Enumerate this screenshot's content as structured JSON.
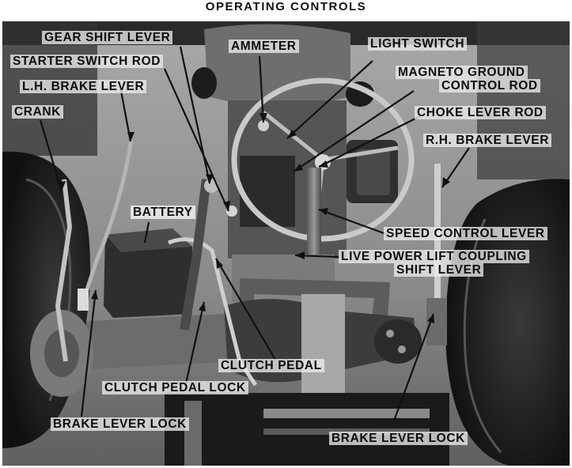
{
  "title": "OPERATING CONTROLS",
  "callouts": [
    {
      "id": "gear-shift-lever",
      "text": "GEAR SHIFT LEVER"
    },
    {
      "id": "starter-switch-rod",
      "text": "STARTER SWITCH ROD"
    },
    {
      "id": "lh-brake-lever",
      "text": "L.H. BRAKE LEVER"
    },
    {
      "id": "crank",
      "text": "CRANK"
    },
    {
      "id": "ammeter",
      "text": "AMMETER"
    },
    {
      "id": "light-switch",
      "text": "LIGHT SWITCH"
    },
    {
      "id": "magneto-ground-control-rod-1",
      "text": "MAGNETO GROUND"
    },
    {
      "id": "magneto-ground-control-rod-2",
      "text": "CONTROL ROD"
    },
    {
      "id": "choke-lever-rod",
      "text": "CHOKE LEVER ROD"
    },
    {
      "id": "rh-brake-lever",
      "text": "R.H. BRAKE LEVER"
    },
    {
      "id": "battery",
      "text": "BATTERY"
    },
    {
      "id": "speed-control-lever",
      "text": "SPEED CONTROL LEVER"
    },
    {
      "id": "live-power-lift-1",
      "text": "LIVE POWER LIFT COUPLING"
    },
    {
      "id": "live-power-lift-2",
      "text": "SHIFT LEVER"
    },
    {
      "id": "clutch-pedal",
      "text": "CLUTCH PEDAL"
    },
    {
      "id": "clutch-pedal-lock",
      "text": "CLUTCH PEDAL LOCK"
    },
    {
      "id": "brake-lever-lock-left",
      "text": "BRAKE LEVER LOCK"
    },
    {
      "id": "brake-lever-lock-right",
      "text": "BRAKE LEVER LOCK"
    }
  ]
}
